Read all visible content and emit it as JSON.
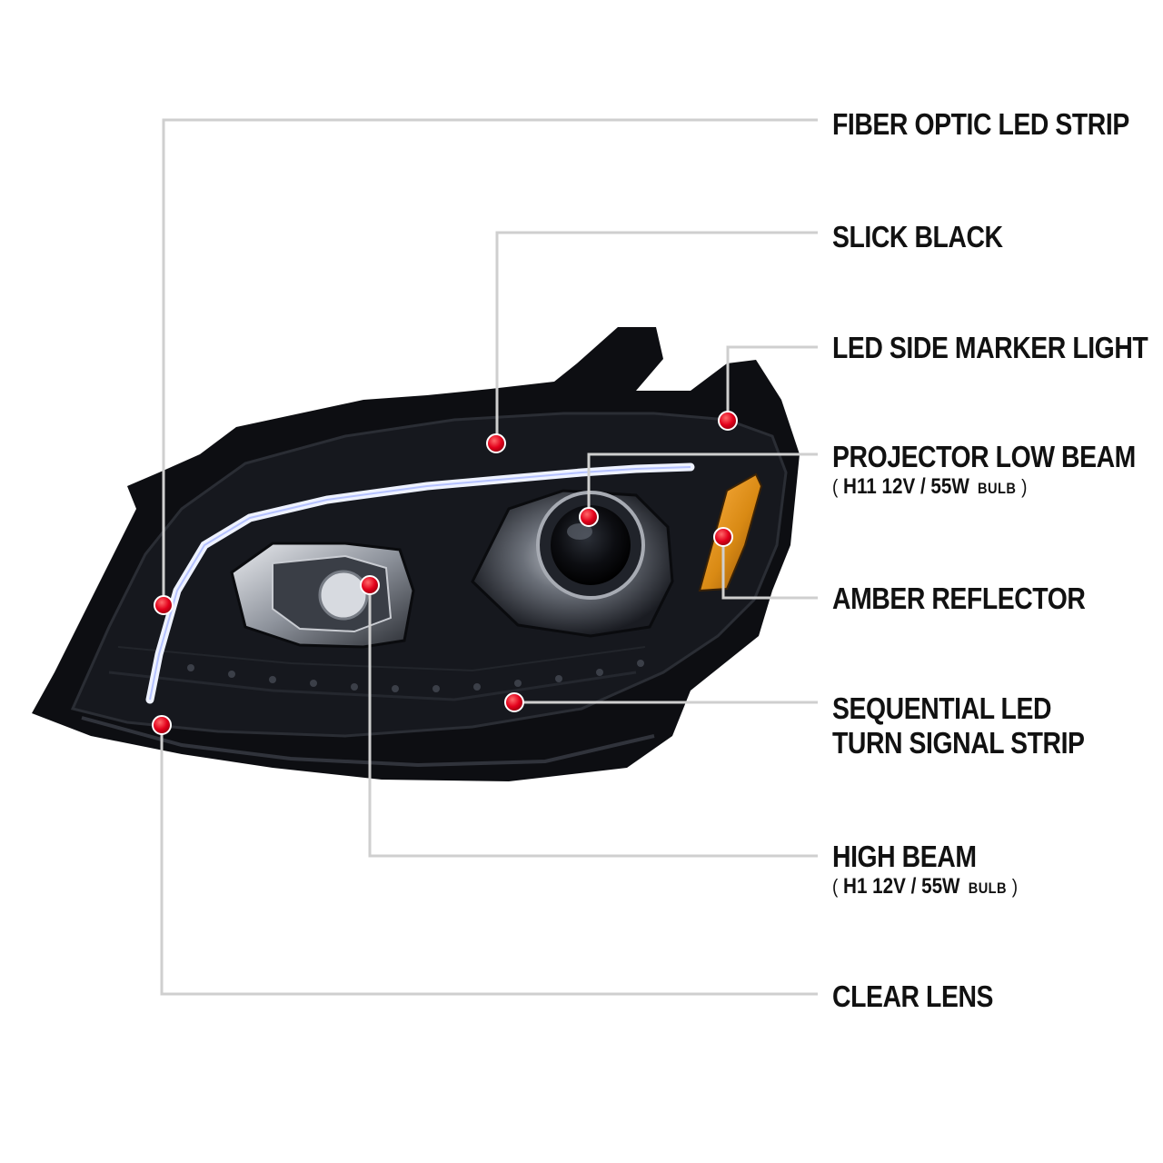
{
  "callouts": [
    {
      "id": "fiber-optic-led-strip",
      "lines": [
        "FIBER OPTIC LED STRIP"
      ]
    },
    {
      "id": "slick-black",
      "lines": [
        "SLICK BLACK"
      ]
    },
    {
      "id": "led-side-marker-light",
      "lines": [
        "LED SIDE MARKER LIGHT"
      ]
    },
    {
      "id": "projector-low-beam",
      "lines": [
        "PROJECTOR LOW BEAM"
      ],
      "sub": {
        "open": "(",
        "spec": "H11  12V / 55W",
        "unit": "BULB",
        "close": ")"
      }
    },
    {
      "id": "amber-reflector",
      "lines": [
        "AMBER REFLECTOR"
      ]
    },
    {
      "id": "sequential-led-turn-signal-strip",
      "lines": [
        "SEQUENTIAL LED",
        "TURN SIGNAL STRIP"
      ]
    },
    {
      "id": "high-beam",
      "lines": [
        "HIGH BEAM"
      ],
      "sub": {
        "open": "(",
        "spec": "H1  12V / 55W",
        "unit": "BULB",
        "close": ")"
      }
    },
    {
      "id": "clear-lens",
      "lines": [
        "CLEAR LENS"
      ]
    }
  ],
  "colors": {
    "background": "#ffffff",
    "text": "#111111",
    "leader_line": "#cfcfcf",
    "marker": "#e3001b",
    "housing": "#0d0e12",
    "light_bar": "#eef2ff",
    "amber": "#d98a14"
  }
}
